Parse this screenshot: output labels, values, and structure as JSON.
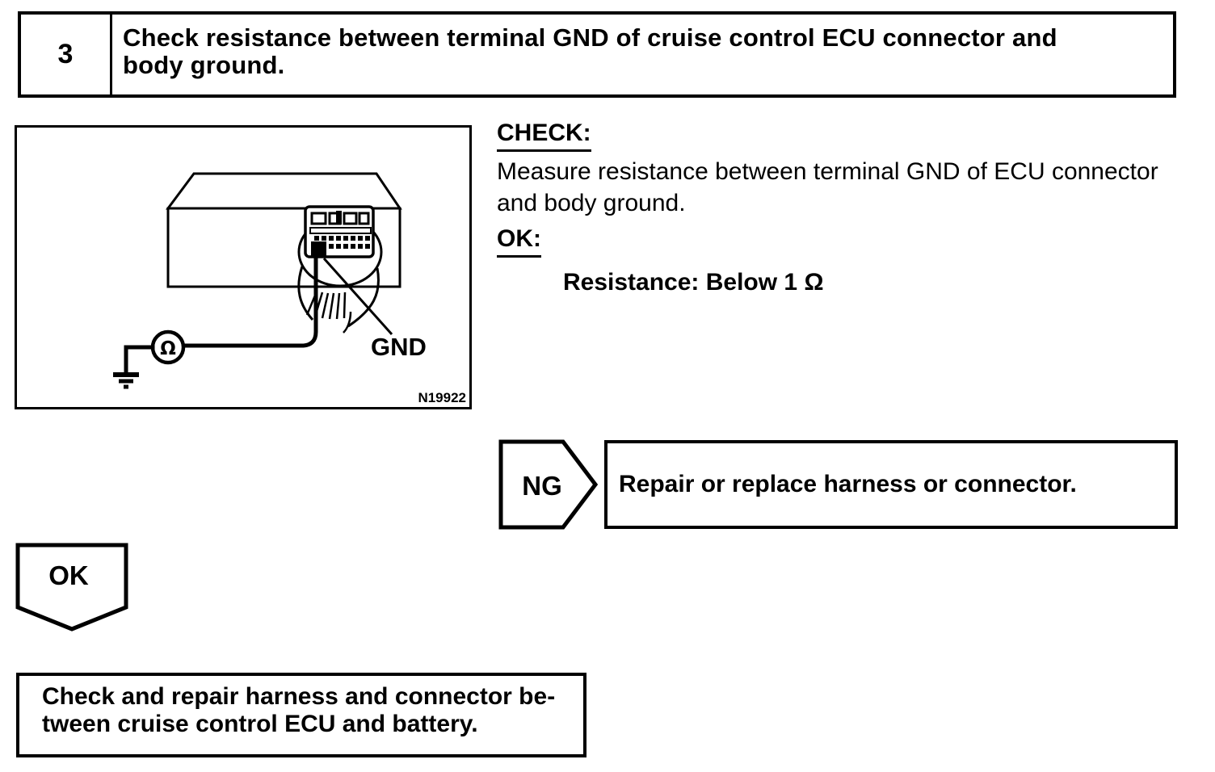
{
  "page": {
    "background": "#ffffff",
    "ink": "#000000"
  },
  "step_header": {
    "number": "3",
    "title_lines": [
      "Check resistance between terminal GND of cruise control ECU connector and",
      "body ground."
    ]
  },
  "figure": {
    "gnd_label": "GND",
    "figure_number": "N19922",
    "ohm_symbol": "Ω"
  },
  "check_section": {
    "check_label": "CHECK:",
    "instruction_lines": [
      "Measure resistance between terminal GND of ECU connector",
      "and body ground."
    ],
    "ok_label": "OK:",
    "specification": "Resistance: Below 1 Ω"
  },
  "ng_branch": {
    "badge_label": "NG",
    "action": "Repair or replace harness or connector."
  },
  "ok_branch": {
    "badge_label": "OK"
  },
  "conclusion": {
    "text_lines": [
      "Check and repair harness and connector be-",
      "tween cruise control ECU and battery."
    ]
  }
}
